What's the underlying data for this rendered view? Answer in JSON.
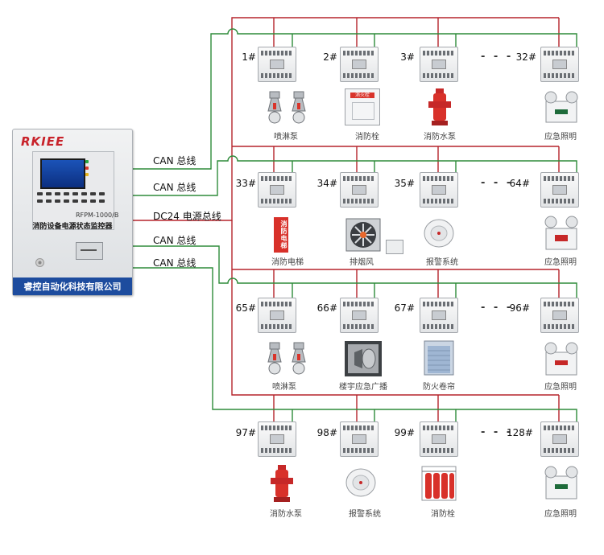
{
  "controller": {
    "logo": "RKIEE",
    "model": "RFPM-1000/B",
    "name": "消防设备电源状态监控器",
    "company": "睿控自动化科技有限公司"
  },
  "buses": [
    "CAN 总线",
    "CAN 总线",
    "DC24 电源总线",
    "CAN 总线",
    "CAN 总线"
  ],
  "rows": [
    {
      "modules": [
        "1#",
        "2#",
        "3#",
        "32#"
      ],
      "devices": [
        "喷淋泵",
        "消防栓",
        "消防水泵",
        "应急照明"
      ]
    },
    {
      "modules": [
        "33#",
        "34#",
        "35#",
        "64#"
      ],
      "devices": [
        "消防电梯",
        "排烟风",
        "报警系统",
        "应急照明"
      ]
    },
    {
      "modules": [
        "65#",
        "66#",
        "67#",
        "96#"
      ],
      "devices": [
        "喷淋泵",
        "楼宇应急广播",
        "防火卷帘",
        "应急照明"
      ]
    },
    {
      "modules": [
        "97#",
        "98#",
        "99#",
        "128#"
      ],
      "devices": [
        "消防水泵",
        "报警系统",
        "消防栓",
        "应急照明"
      ]
    }
  ],
  "ellipsis": "- - -",
  "device_badges": {
    "hydrant_box": "消火栓",
    "elevator_sign": "消防电梯"
  },
  "colors": {
    "can_bus": "#2e8b3a",
    "power_bus": "#b5242c",
    "company_bar": "#1d4c9e",
    "logo": "#c8222a"
  }
}
